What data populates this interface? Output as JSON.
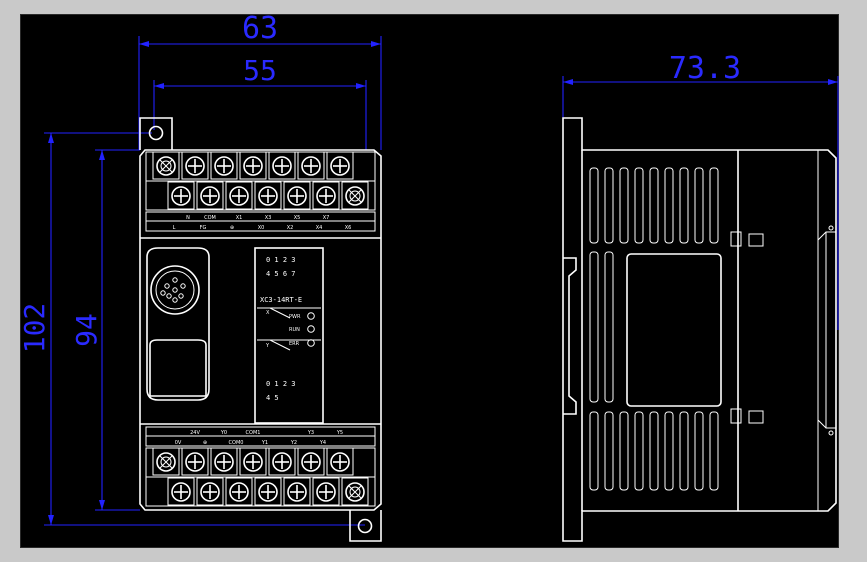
{
  "dimensions": {
    "overall_width": "63",
    "mount_width": "55",
    "side_depth": "73.3",
    "overall_height": "102",
    "mount_height": "94"
  },
  "front_panel": {
    "model": "XC3-14RT-E",
    "input_leds_row1": "0 1 2 3",
    "input_leds_row2": "4 5 6 7",
    "output_leds_row1": "0 1 2 3",
    "output_leds_row2": "4 5",
    "status_leds": [
      "PWR",
      "RUN",
      "ERR"
    ],
    "marker_x": "X",
    "marker_y": "Y",
    "top_terminal_row1": [
      "L",
      "FG",
      "⊕",
      "X0",
      "X2",
      "X4",
      "X6"
    ],
    "top_terminal_row2": [
      "N",
      "COM",
      "X1",
      "X3",
      "X5",
      "X7"
    ],
    "bottom_terminal_row1": [
      "24V",
      "Y0",
      "COM1",
      "Y3",
      "Y5"
    ],
    "bottom_terminal_row2": [
      "0V",
      "⊕",
      "COM0",
      "Y1",
      "Y2",
      "Y4"
    ]
  },
  "colors": {
    "background": "#000000",
    "outline": "#ffffff",
    "dimension": "#2222ff",
    "canvas_border": "#c9c9c9"
  }
}
